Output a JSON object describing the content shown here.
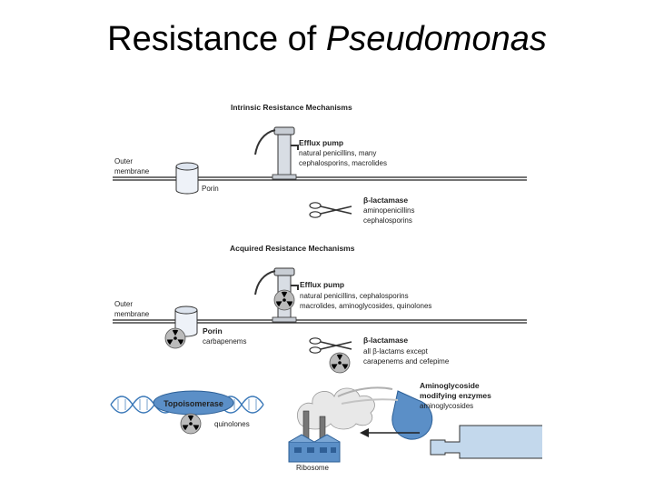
{
  "slide": {
    "title_main": "Resistance of ",
    "title_italic": "Pseudomonas"
  },
  "diagram": {
    "intrinsic": {
      "heading": "Intrinsic Resistance Mechanisms",
      "outer_membrane_1": "Outer",
      "outer_membrane_2": "membrane",
      "porin": "Porin",
      "efflux_title": "Efflux pump",
      "efflux_line1": "natural penicillins, many",
      "efflux_line2": "cephalosporins, macrolides",
      "blactamase_title": "β-lactamase",
      "blactamase_line1": "aminopenicillins",
      "blactamase_line2": "cephalosporins"
    },
    "acquired": {
      "heading": "Acquired Resistance Mechanisms",
      "outer_membrane_1": "Outer",
      "outer_membrane_2": "membrane",
      "efflux_title": "Efflux pump",
      "efflux_line1": "natural penicillins, cephalosporins",
      "efflux_line2": "macrolides, aminoglycosides, quinolones",
      "porin_title": "Porin",
      "porin_line1": "carbapenems",
      "blactamase_title": "β-lactamase",
      "blactamase_line1": "all β-lactams except",
      "blactamase_line2": "carapenems and cefepime",
      "topo_label": "Topoisomerase",
      "topo_drug": "quinolones",
      "amino_title1": "Aminoglycoside",
      "amino_title2": "modifying enzymes",
      "amino_line1": "aminoglycosides",
      "ribosome": "Ribosome"
    }
  }
}
